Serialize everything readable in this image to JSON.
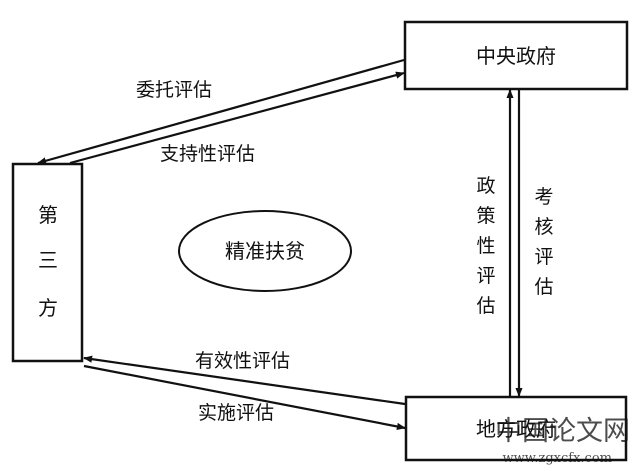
{
  "nodes": {
    "central_government": "中央政府",
    "local_government": "地方政府",
    "third_party": [
      "第",
      "三",
      "方"
    ],
    "center": "精准扶贫"
  },
  "edges": {
    "entrust_evaluation": "委托评估",
    "support_evaluation": "支持性评估",
    "effectiveness_evaluation": "有效性评估",
    "implementation_evaluation": "实施评估",
    "policy_evaluation": [
      "政",
      "策",
      "性",
      "评",
      "估"
    ],
    "assessment_evaluation": [
      "考",
      "核",
      "评",
      "估"
    ]
  },
  "watermark": {
    "title": "中国论文网",
    "url": "www.zgxcfx.com"
  }
}
